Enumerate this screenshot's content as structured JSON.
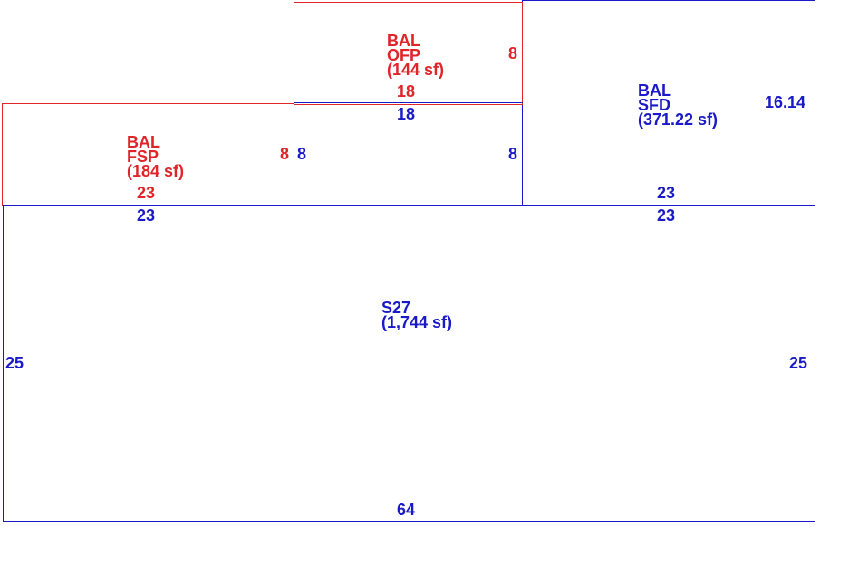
{
  "colors": {
    "red": "#e0242a",
    "blue": "#1a1ac8"
  },
  "areas": {
    "fsp": {
      "line1": "BAL",
      "line2": "FSP",
      "sf": "(184 sf)",
      "dim_left": "8",
      "dim_bottom": "23"
    },
    "offp": {
      "line1": "BAL",
      "line2": "OFP",
      "sf": "(144 sf)",
      "dim_right": "8",
      "dim_bottom": "18"
    },
    "sfd": {
      "line1": "BAL",
      "line2": "SFD",
      "sf": "(371.22 sf)",
      "dim_right": "16.14",
      "dim_left": "8",
      "dim_bottom": "23"
    },
    "main": {
      "line1": "S27",
      "sf": "(1,744 sf)",
      "dim_left": "25",
      "dim_right": "25",
      "dim_bottom": "64",
      "dim_top_left": "23",
      "dim_top_mid": "18",
      "dim_top_right": "23",
      "dim_notch_left": "8",
      "dim_notch_right": "8"
    }
  }
}
